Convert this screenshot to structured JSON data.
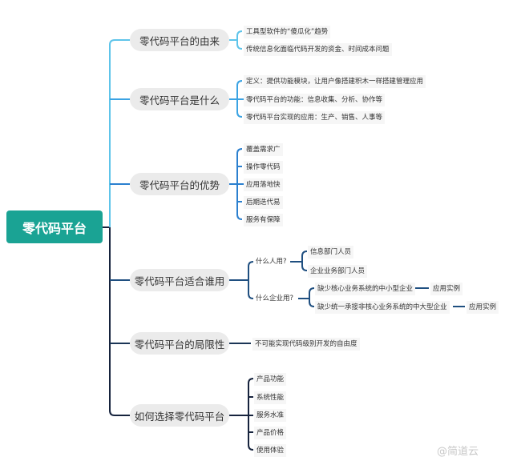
{
  "root": "零代码平台",
  "branches": [
    {
      "label": "零代码平台的由来",
      "leaves": [
        "工具型软件的“傻瓜化”趋势",
        "传统信息化面临代码开发的资金、时间成本问题"
      ]
    },
    {
      "label": "零代码平台是什么",
      "leaves": [
        "定义：提供功能模块，让用户像搭建积木一样搭建管理应用",
        "零代码平台的功能：信息收集、分析、协作等",
        "零代码平台实现的应用：生产、销售、人事等"
      ]
    },
    {
      "label": "零代码平台的优势",
      "leaves": [
        "覆盖需求广",
        "操作零代码",
        "应用落地快",
        "后期迭代易",
        "服务有保障"
      ]
    },
    {
      "label": "零代码平台适合谁用",
      "groups": [
        {
          "label": "什么人用?",
          "leaves": [
            "信息部门人员",
            "企业业务部门人员"
          ]
        },
        {
          "label": "什么企业用?",
          "leaves": [
            "缺少核心业务系统的中小型企业",
            "缺少统一承接非核心业务系统的中大型企业"
          ],
          "extra": [
            "应用实例",
            "应用实例"
          ]
        }
      ]
    },
    {
      "label": "零代码平台的局限性",
      "leaves": [
        "不可能实现代码级别开发的自由度"
      ]
    },
    {
      "label": "如何选择零代码平台",
      "leaves": [
        "产品功能",
        "系统性能",
        "服务水准",
        "产品价格",
        "使用体验"
      ]
    }
  ],
  "watermark": "@简道云",
  "colors": {
    "root": "#1aa394",
    "b1": "#5ec4ea",
    "b2": "#3ba3e3",
    "b3": "#2b80cf",
    "b4": "#1f4f80",
    "b5": "#1b3556",
    "b6": "#16233d"
  }
}
